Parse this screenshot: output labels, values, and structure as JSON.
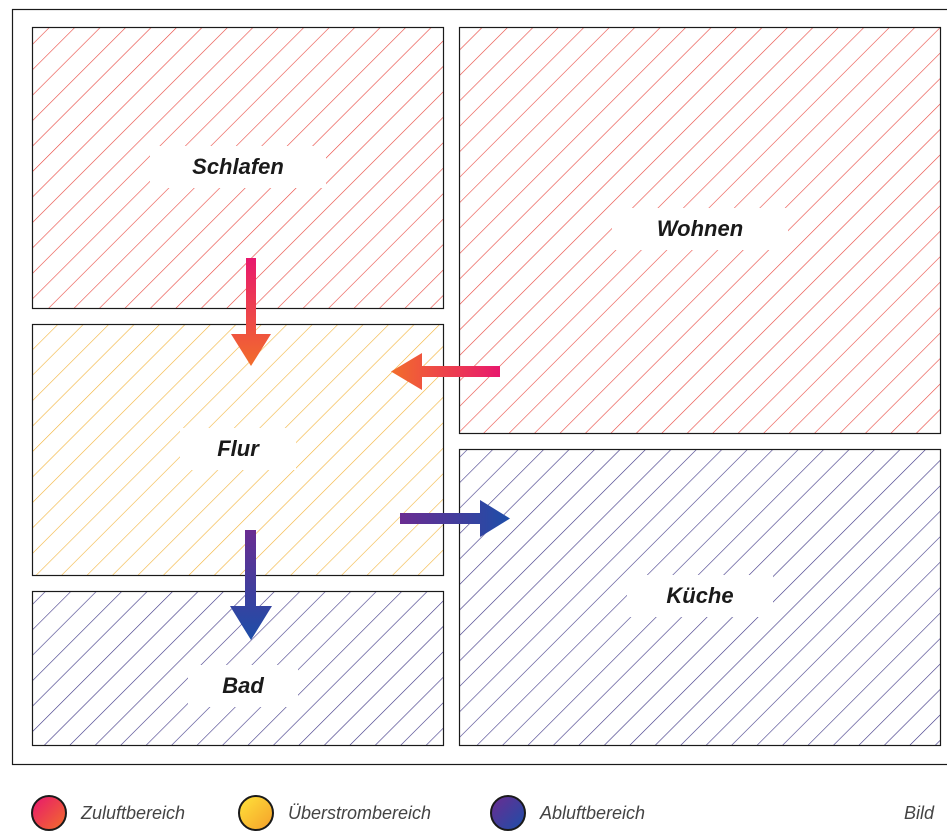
{
  "rooms": {
    "schlafen": "Schlafen",
    "wohnen": "Wohnen",
    "flur": "Flur",
    "kueche": "Küche",
    "bad": "Bad"
  },
  "legend": {
    "supply": "Zuluftbereich",
    "overflow": "Überstrombereich",
    "exhaust": "Abluftbereich",
    "credit": "Bild"
  },
  "colors": {
    "supply_hatch": "#e8463e",
    "overflow_hatch": "#f2b33a",
    "exhaust_hatch": "#3d3585",
    "supply_gradient": [
      "#e8186d",
      "#f26d2b"
    ],
    "overflow_gradient": [
      "#ffe23a",
      "#f5a02a"
    ],
    "exhaust_gradient": [
      "#6a2c91",
      "#1d4ea8"
    ],
    "arrow_pink": "#e8186d",
    "arrow_orange": "#f26d2b",
    "arrow_purple": "#6a2c91",
    "arrow_blue": "#1d4ea8",
    "outline": "#1a1a1a"
  },
  "icons": [
    "arrow-down-icon",
    "arrow-left-icon",
    "arrow-right-icon"
  ]
}
